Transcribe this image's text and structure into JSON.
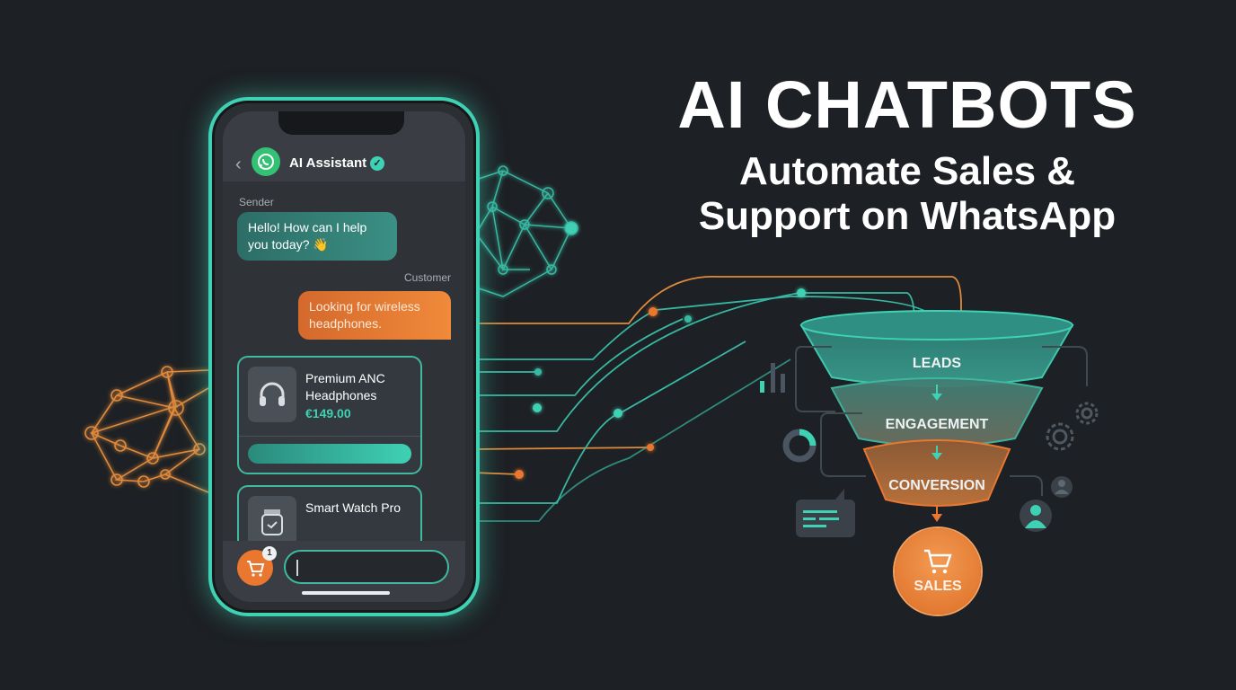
{
  "headline": {
    "title": "AI CHATBOTS",
    "subtitle_line1": "Automate Sales &",
    "subtitle_line2": "Support on WhatsApp"
  },
  "phone": {
    "header": {
      "back_icon": "chevron-left-icon",
      "logo_icon": "whatsapp-icon",
      "title": "AI Assistant",
      "verified_icon": "verified-check-icon"
    },
    "messages": [
      {
        "sender_label": "Sender",
        "text": "Hello! How can I help you today? 👋",
        "role": "bot"
      },
      {
        "sender_label": "Customer",
        "text": "Looking for wireless headphones.",
        "role": "customer"
      }
    ],
    "products": [
      {
        "icon": "headphones-icon",
        "name": "Premium ANC Headphones",
        "price": "€149.00"
      },
      {
        "icon": "smartwatch-icon",
        "name": "Smart Watch Pro",
        "price": ""
      }
    ],
    "footer": {
      "cart_icon": "cart-icon",
      "cart_count": "1",
      "input_value": ""
    }
  },
  "funnel": {
    "stages": [
      "LEADS",
      "ENGAGEMENT",
      "CONVERSION"
    ],
    "result": "SALES",
    "colors": {
      "teal": "#3fd1b4",
      "orange": "#e9772f",
      "background": "#1d2024"
    }
  }
}
